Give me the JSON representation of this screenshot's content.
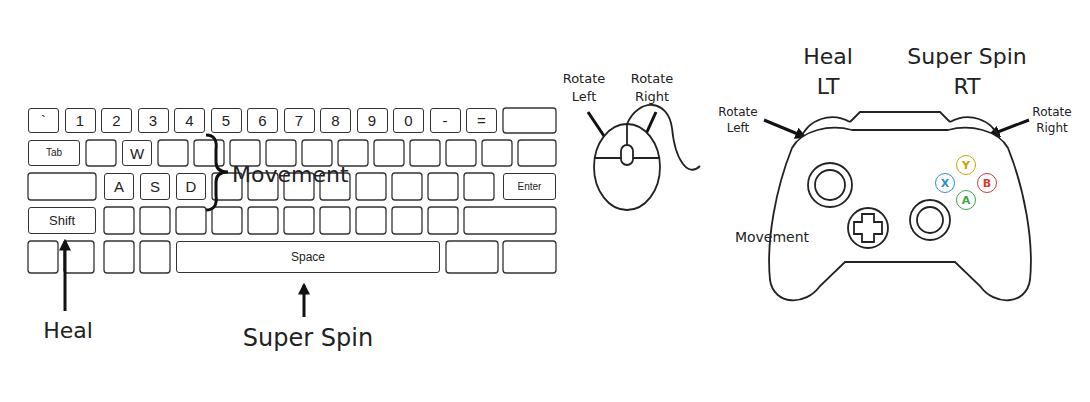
{
  "diagram": {
    "nodes": [
      {
        "text": [
          "`"
        ]
      },
      {
        "text": [
          "1"
        ]
      },
      {
        "text": [
          "2"
        ]
      },
      {
        "text": [
          "3"
        ]
      },
      {
        "text": [
          "4"
        ]
      },
      {
        "text": [
          "5"
        ]
      },
      {
        "text": [
          "6"
        ]
      },
      {
        "text": [
          "7"
        ]
      },
      {
        "text": [
          "8"
        ]
      },
      {
        "text": [
          "9"
        ]
      },
      {
        "text": [
          "0"
        ]
      },
      {
        "text": [
          "-"
        ]
      },
      {
        "text": [
          "="
        ]
      },
      {
        "text": [
          "Tab"
        ]
      },
      {
        "text": [
          "W"
        ]
      },
      {
        "text": [
          "A"
        ]
      },
      {
        "text": [
          "S"
        ]
      },
      {
        "text": [
          "D"
        ]
      },
      {
        "text": [
          "Enter"
        ]
      },
      {
        "text": [
          "Shift"
        ]
      },
      {
        "text": [
          "Space"
        ]
      },
      {
        "text": [
          "Y"
        ]
      },
      {
        "text": [
          "X"
        ]
      },
      {
        "text": [
          "B"
        ]
      },
      {
        "text": [
          "A"
        ]
      }
    ],
    "labels": [
      "Movement",
      "Heal",
      "Super Spin",
      "Rotate Left",
      "Rotate Right",
      "Heal",
      "LT",
      "Super Spin",
      "RT",
      "Rotate Left",
      "Rotate Right",
      "Movement"
    ]
  }
}
